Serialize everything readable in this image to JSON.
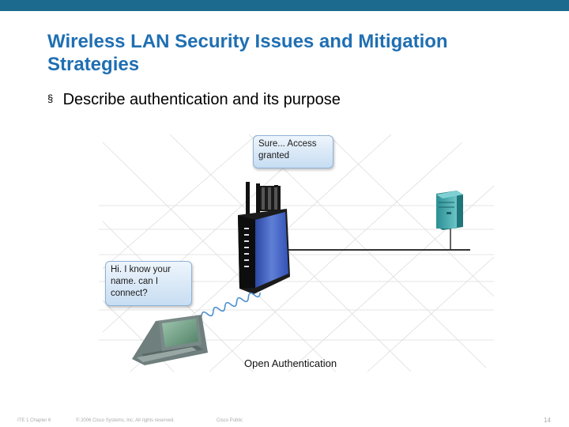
{
  "slide": {
    "title_lines": [
      "Wireless LAN Security Issues and Mitigation",
      "Strategies"
    ],
    "bullet": "Describe authentication and its purpose",
    "bullet_marker": "§"
  },
  "diagram": {
    "ap_bubble_lines": [
      "Sure... Access",
      "granted"
    ],
    "laptop_bubble_lines": [
      "Hi. I know your",
      "name. can I",
      "connect?"
    ],
    "caption": "Open Authentication",
    "icons": [
      "wireless-router",
      "laptop",
      "server",
      "wireless-signal"
    ]
  },
  "footer": {
    "chapter": "ITE 1 Chapter 6",
    "copyright": "© 2006 Cisco Systems, Inc. All rights reserved.",
    "classification": "Cisco Public",
    "page_number": "14"
  },
  "colors": {
    "top_bar": "#1d6a8f",
    "title": "#1f6fb2",
    "router_blue": "#3355bb",
    "server_teal": "#2f9ba0"
  }
}
